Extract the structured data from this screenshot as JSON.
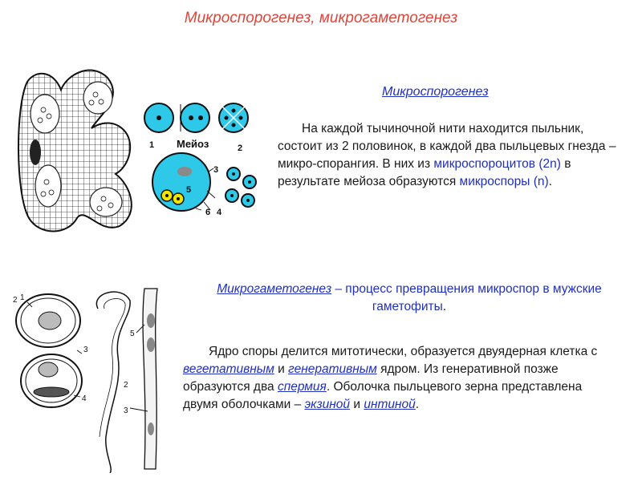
{
  "title": "Микроспорогенез, микрогаметогенез",
  "section1": {
    "heading": "Микроспорогенез",
    "text_a": "На каждой тычиночной нити находится пыльник, состоит из 2 половинок, в каждой два пыльцевых гнезда – микро-спорангия. В них из ",
    "link_a": "микроспороцитов (2n)",
    "text_b": " в результате мейоза образуются ",
    "link_b": "микроспоры (n)",
    "text_c": "."
  },
  "section2": {
    "heading": "Микрогаметогенез",
    "heading_rest": " – процесс превращения микроспор в мужские гаметофиты",
    "heading_end": ".",
    "text_a": "Ядро споры делится митотически, образуется двуядерная клетка с ",
    "link_a": "вегетативным",
    "text_b": " и ",
    "link_b": "генеративным",
    "text_c": " ядром. Из генеративной позже образуются два ",
    "link_c": "спермия",
    "text_d": ". Оболочка пыльцевого зерна представлена двумя оболочками – ",
    "link_d": "экзиной",
    "text_e": " и ",
    "link_e": "интиной",
    "text_f": "."
  },
  "figure_meiosis": {
    "label_meiosis": "Мейоз",
    "n1": "1",
    "n2": "2",
    "n3": "3",
    "n4": "4",
    "n5": "5",
    "n6": "6"
  },
  "figure_pollen": {
    "n1": "1",
    "n2": "2",
    "n3": "3",
    "n4": "4",
    "t2": "2",
    "t3": "3",
    "t5": "5"
  },
  "colors": {
    "title": "#e0453a",
    "link": "#1f2fc0",
    "cell": "#2ec8e8",
    "yellow": "#f2e600"
  }
}
